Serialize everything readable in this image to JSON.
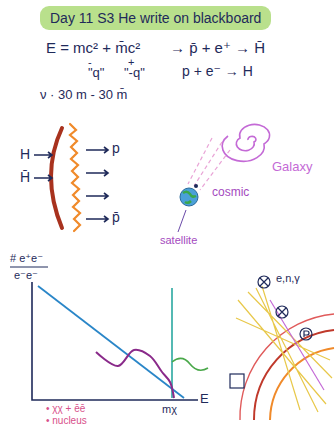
{
  "diagram": {
    "title": "Day 11 S3 He write on blackboard",
    "labels": [
      "E = mc² + m̄c²",
      "-",
      "+",
      "→ p̄ + e⁺ → H̄",
      "\"q\"",
      "\"-q\"",
      "p + e⁻ → H",
      "ν · 30 m - 30 m̄",
      "H",
      "H̄",
      "p",
      "p̄",
      "Galaxy",
      "cosmic",
      "satellite",
      "# e⁺e⁻",
      "e⁻e⁻",
      "E",
      "mχ",
      "• χχ + ēē",
      "• nucleus",
      "e,n,γ"
    ]
  }
}
